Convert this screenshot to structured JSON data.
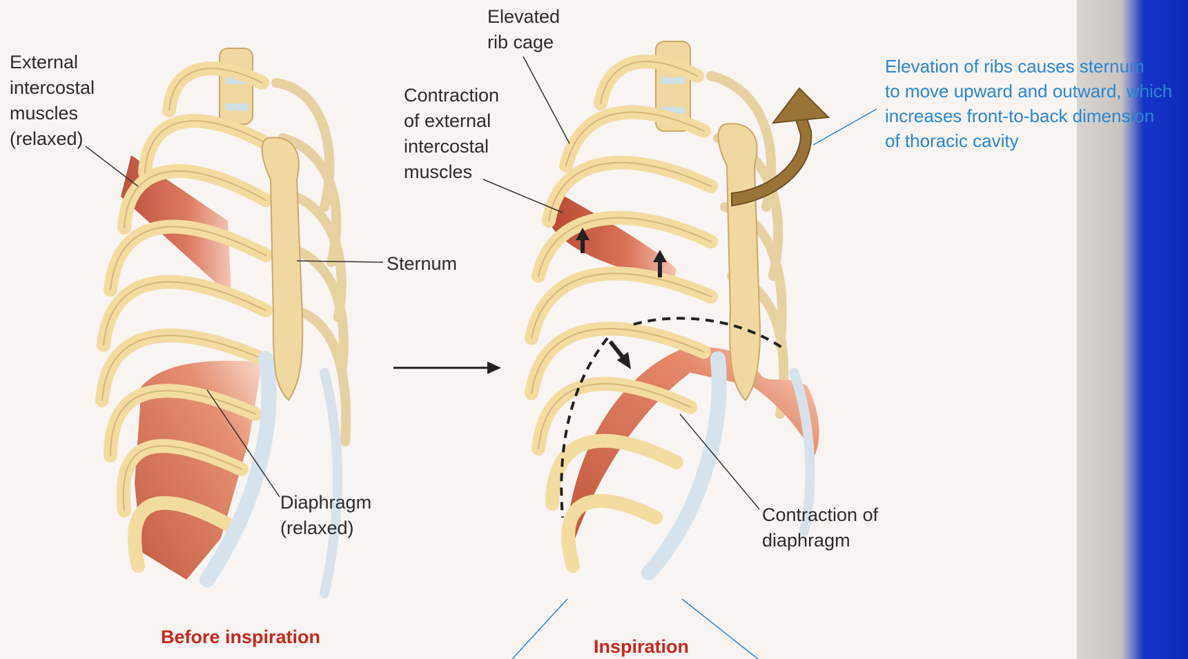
{
  "labels": {
    "external_relaxed": "External\nintercostal\nmuscles\n(relaxed)",
    "elevated": "Elevated\nrib cage",
    "contraction_external": "Contraction\nof external\nintercostal\nmuscles",
    "sternum": "Sternum",
    "diaphragm_relaxed": "Diaphragm\n(relaxed)",
    "contraction_diaphragm": "Contraction of\ndiaphragm",
    "elevation_note": "Elevation of ribs causes sternum\nto move upward and outward, which\nincreases front-to-back dimension\nof thoracic cavity"
  },
  "captions": {
    "before": "Before inspiration",
    "during": "Inspiration"
  },
  "colors": {
    "bone": "#f3dca0",
    "bone_outline": "#c9a86a",
    "cartilage": "#d6e3ec",
    "muscle": "#cf6a4c",
    "arrow_brown": "#9a7436",
    "note_blue": "#2a86d0",
    "caption_red": "#c6281d",
    "edge_blue": "#1435c8"
  },
  "icons": [
    "motion-arrow-icon",
    "curved-arrow-icon",
    "up-arrow-icon"
  ]
}
